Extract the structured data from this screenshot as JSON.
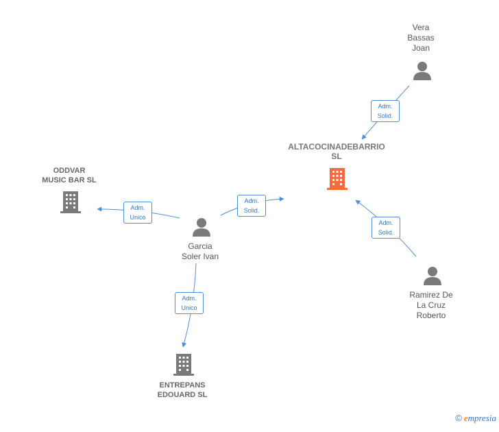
{
  "nodes": {
    "main_company": {
      "name_line1": "ALTACOCINADEBARRIO",
      "name_line2": "SL",
      "color": "#f26b3a"
    },
    "oddvar": {
      "name_line1": "ODDVAR",
      "name_line2": "MUSIC BAR SL"
    },
    "entrepans": {
      "name_line1": "ENTREPANS",
      "name_line2": "EDOUARD SL"
    },
    "vera": {
      "name_line1": "Vera",
      "name_line2": "Bassas",
      "name_line3": "Joan"
    },
    "garcia": {
      "name_line1": "Garcia",
      "name_line2": "Soler Ivan"
    },
    "ramirez": {
      "name_line1": "Ramirez De",
      "name_line2": "La Cruz",
      "name_line3": "Roberto"
    }
  },
  "relations": {
    "vera_main": {
      "line1": "Adm.",
      "line2": "Solid."
    },
    "garcia_main": {
      "line1": "Adm.",
      "line2": "Solid."
    },
    "ramirez_main": {
      "line1": "Adm.",
      "line2": "Solid."
    },
    "garcia_oddvar": {
      "line1": "Adm.",
      "line2": "Unico"
    },
    "garcia_entrepans": {
      "line1": "Adm.",
      "line2": "Unico"
    }
  },
  "footer": {
    "copyright": "©",
    "brand_first": "e",
    "brand_rest": "mpresia"
  },
  "colors": {
    "edge": "#4a90d9",
    "person": "#7a7a7a",
    "company": "#7a7a7a",
    "main_company": "#f26b3a"
  }
}
